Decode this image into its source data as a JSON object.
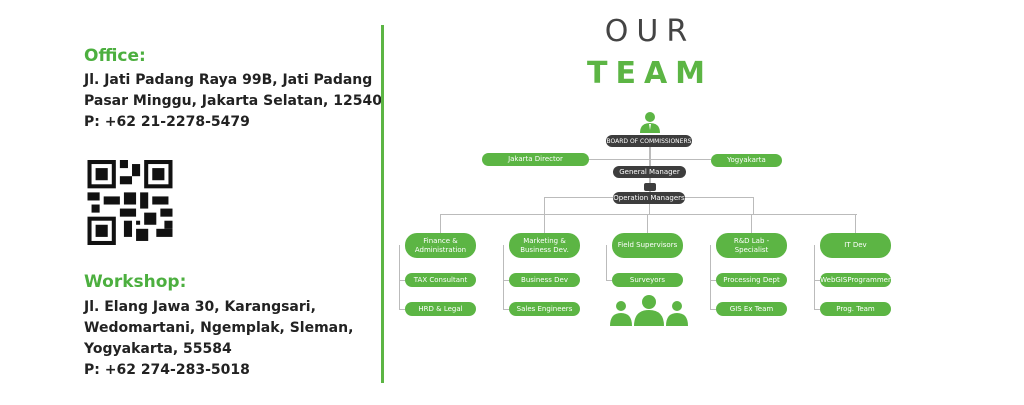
{
  "office": {
    "label": "Office:",
    "lines": [
      "Jl. Jati Padang Raya 99B, Jati Padang",
      "Pasar Minggu, Jakarta Selatan, 12540",
      "P: +62 21-2278-5479"
    ]
  },
  "workshop": {
    "label": "Workshop:",
    "lines": [
      "Jl. Elang Jawa 30, Karangsari,",
      "Wedomartani, Ngemplak, Sleman,",
      "Yogyakarta, 55584",
      "P: +62 274-283-5018"
    ]
  },
  "title": {
    "line1": "OUR",
    "line2": "TEAM"
  },
  "org": {
    "board": "BOARD OF COMMISSIONERS",
    "jakarta": "Jakarta Director",
    "yogyakarta": "Yogyakarta",
    "gm": "General Manager",
    "ops": "Operation Managers",
    "columns": [
      {
        "head": "Finance & Administration",
        "items": [
          "TAX Consultant",
          "HRD & Legal"
        ]
      },
      {
        "head": "Marketing & Business Dev.",
        "items": [
          "Business Dev",
          "Sales Engineers"
        ]
      },
      {
        "head": "Field Supervisors",
        "items": [
          "Surveyors"
        ]
      },
      {
        "head": "R&D Lab - Specialist",
        "items": [
          "Processing Dept",
          "GIS Ex Team"
        ]
      },
      {
        "head": "IT Dev",
        "items": [
          "WebGISProgrammer",
          "Prog. Team"
        ]
      }
    ]
  },
  "colors": {
    "green": "#5cb544",
    "dark": "#3d3d3d"
  }
}
